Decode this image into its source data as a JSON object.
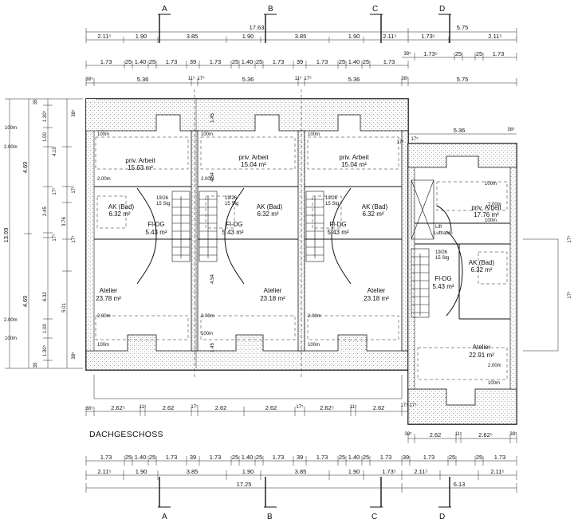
{
  "drawing": {
    "title": "DACHGESCHOSS",
    "axes": [
      "A",
      "B",
      "C",
      "D"
    ],
    "top_dims": {
      "row1": [
        "17.63",
        "5.75"
      ],
      "row2": [
        "2.11⁵",
        "1.90",
        "3.85",
        "1.90",
        "3.85",
        "1.90",
        "2.11⁵",
        "1.73⁵",
        "2.11⁵"
      ],
      "row3": [
        "1.73",
        "25",
        "1.40",
        "25",
        "1.73",
        "39",
        "1.73",
        "25",
        "1.40",
        "25",
        "1.73",
        "39",
        "1.73",
        "25",
        "1.40",
        "25",
        "1.73",
        "38⁵",
        "1.73⁵",
        "25",
        "25",
        "1.73"
      ],
      "row4": [
        "38⁵",
        "5.36",
        "11⁵",
        "17⁵",
        "5.36",
        "11⁵",
        "17⁵",
        "5.36",
        "38⁵",
        "5.75"
      ]
    },
    "bottom_dims": {
      "row1": [
        "38⁵",
        "2.62⁵",
        "11⁵",
        "2.62",
        "17⁵",
        "2.62",
        "2.62",
        "17⁵",
        "2.62⁵",
        "11⁵",
        "2.62",
        "17⁵",
        "17⁵"
      ],
      "row2": [
        "38⁵",
        "2.62",
        "11⁵",
        "2.62⁵",
        "38⁵"
      ],
      "row3": [
        "1.73",
        "25",
        "1.40",
        "25",
        "1.73",
        "39",
        "1.73",
        "25",
        "1.40",
        "25",
        "1.73",
        "39",
        "1.73",
        "25",
        "1.40",
        "25",
        "1.73",
        "39",
        "1.73",
        "25",
        "25",
        "1.73"
      ],
      "row4": [
        "2.11⁵",
        "1.90",
        "3.85",
        "1.90",
        "3.85",
        "1.90",
        "1.73⁵",
        "2.11⁵",
        "2.11⁵"
      ],
      "row5": [
        "17.25",
        "6.13"
      ]
    },
    "left_dims": {
      "outer": [
        "13.99"
      ],
      "mid": [
        "4.69",
        "4.69"
      ],
      "inner": [
        "35",
        "1.30⁵",
        "1.00",
        "4.10",
        "2.45",
        "17⁵",
        "3.76",
        "17⁵",
        "6.32",
        "5.01",
        "1.00",
        "1.30⁵",
        "35"
      ],
      "marks": [
        "100m",
        "2.00m",
        "2.00m",
        "100m"
      ],
      "small": [
        "38⁵",
        "17⁵",
        "17⁵",
        "38⁵"
      ]
    },
    "inner_dims": [
      "1.45",
      "4.54",
      "4.54",
      "1.45",
      "5.36",
      "38⁵",
      "17⁵",
      "17⁵"
    ],
    "right_labels": [
      "17⁵",
      "17⁵"
    ],
    "rooms": [
      {
        "name": "priv. Arbeit",
        "area": "15.63 m²"
      },
      {
        "name": "priv. Arbeit",
        "area": "15.04 m²"
      },
      {
        "name": "priv. Arbeit",
        "area": "15.04 m²"
      },
      {
        "name": "priv. Arbeit",
        "area": "17.76 m²"
      },
      {
        "name": "AK (Bad)",
        "area": "6.32 m²"
      },
      {
        "name": "AK (Bad)",
        "area": "6.32 m²"
      },
      {
        "name": "AK (Bad)",
        "area": "6.32 m²"
      },
      {
        "name": "AK (Bad)",
        "area": "6.32 m²"
      },
      {
        "name": "Fl-DG",
        "area": "5.43 m²"
      },
      {
        "name": "Fl-DG",
        "area": "5.43 m²"
      },
      {
        "name": "Fl-DG",
        "area": "5.43 m²"
      },
      {
        "name": "Fl-DG",
        "area": "5.43 m²"
      },
      {
        "name": "Atelier",
        "area": "23.78 m²"
      },
      {
        "name": "Atelier",
        "area": "23.18 m²"
      },
      {
        "name": "Atelier",
        "area": "23.18 m²"
      },
      {
        "name": "Atelier",
        "area": "22.91 m²"
      }
    ],
    "stairs": [
      "19/26",
      "15 Stg",
      "19/26",
      "15 Stg",
      "19/26",
      "15 Stg",
      "19/26",
      "15 Stg"
    ],
    "room_marks": [
      "100m",
      "100m",
      "100m",
      "2.00m",
      "2.00m",
      "100m",
      "100m",
      "2.00m",
      "2.00m",
      "100m",
      "2.00m",
      "100m",
      "100m",
      "2.00m",
      "2.00m",
      "100m"
    ],
    "lift_label": "Lift",
    "lift_sub": "Luftraum"
  }
}
